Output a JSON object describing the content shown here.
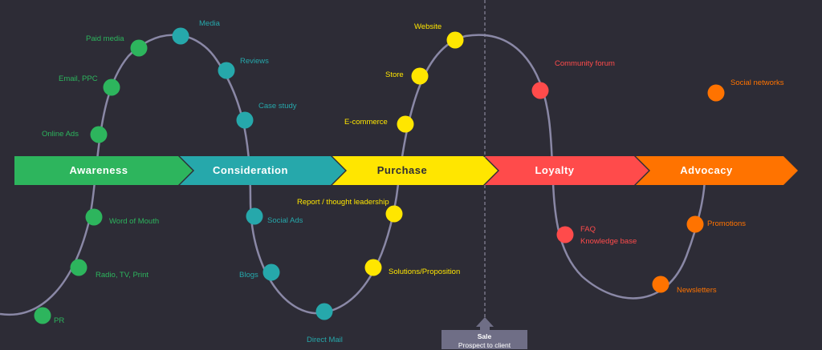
{
  "stages": [
    {
      "label": "Awareness",
      "color": "#2db55d",
      "text_color": "#ffffff"
    },
    {
      "label": "Consideration",
      "color": "#26a8ab",
      "text_color": "#ffffff"
    },
    {
      "label": "Purchase",
      "color": "#ffe600",
      "text_color": "#2d2c36"
    },
    {
      "label": "Loyalty",
      "color": "#ff4b4b",
      "text_color": "#ffffff"
    },
    {
      "label": "Advocacy",
      "color": "#ff7300",
      "text_color": "#ffffff"
    }
  ],
  "touchpoints": {
    "awareness": [
      "Paid media",
      "Email, PPC",
      "Online Ads",
      "Word of Mouth",
      "Radio, TV, Print",
      "PR"
    ],
    "consideration": [
      "Media",
      "Reviews",
      "Case study",
      "Social Ads",
      "Blogs",
      "Direct Mail"
    ],
    "purchase": [
      "Website",
      "Store",
      "E-commerce",
      "Report / thought leadership",
      "Solutions/Proposition"
    ],
    "loyalty": [
      "Community forum",
      "FAQ",
      "Knowledge base"
    ],
    "advocacy": [
      "Social networks",
      "Promotions",
      "Newsletters"
    ]
  },
  "sale_marker": {
    "title": "Sale",
    "subtitle": "Prospect to client"
  },
  "colors": {
    "background": "#2d2c36",
    "curve": "#8a88a6",
    "divider": "#9a99ad",
    "sale_box": "#6f6e86"
  }
}
